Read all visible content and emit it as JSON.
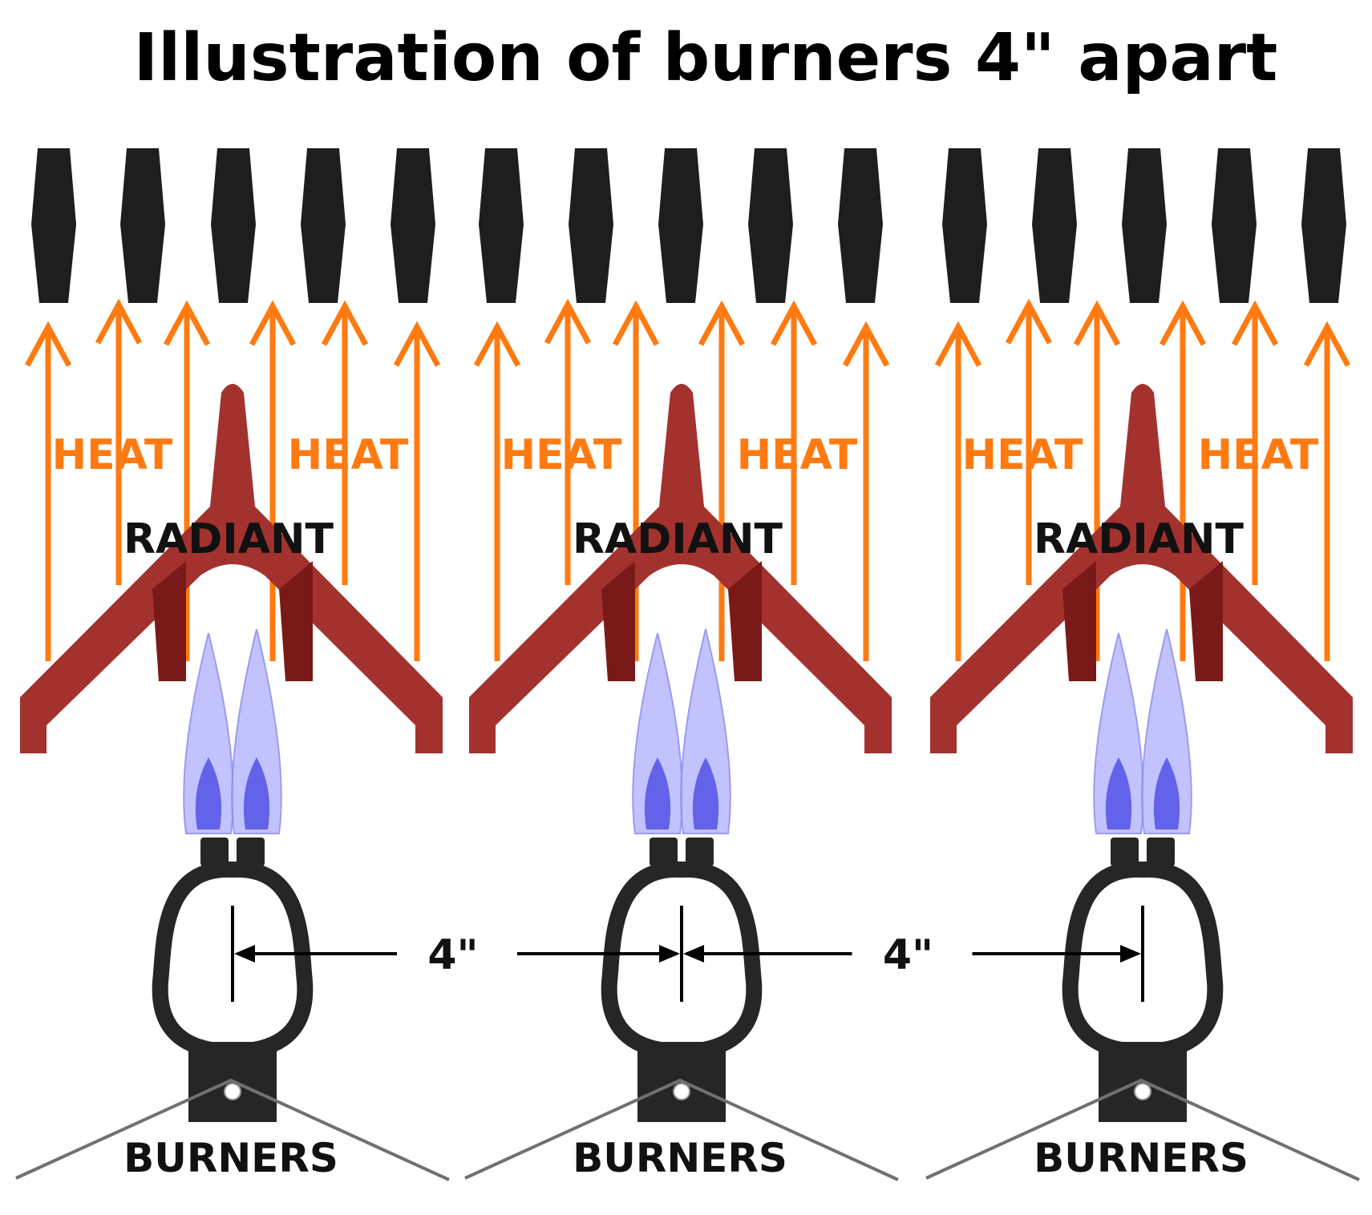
{
  "title": "Illustration of burners 4\" apart",
  "units": [
    {
      "heat_left": "HEAT",
      "heat_right": "HEAT",
      "radiant": "RADIANT",
      "burners": "BURNERS"
    },
    {
      "heat_left": "HEAT",
      "heat_right": "HEAT",
      "radiant": "RADIANT",
      "burners": "BURNERS"
    },
    {
      "heat_left": "HEAT",
      "heat_right": "HEAT",
      "radiant": "RADIANT",
      "burners": "BURNERS"
    }
  ],
  "dimensions": [
    {
      "label": "4\""
    },
    {
      "label": "4\""
    }
  ],
  "colors": {
    "heat_arrow": "#ff7a10",
    "radiant": "#a3322e",
    "radiant_dark": "#7a1a18",
    "flame": "#b8b8ff",
    "flame_inner": "#5858e8",
    "grate": "#1e1e1e",
    "burner": "#262626",
    "leader": "#707070"
  }
}
